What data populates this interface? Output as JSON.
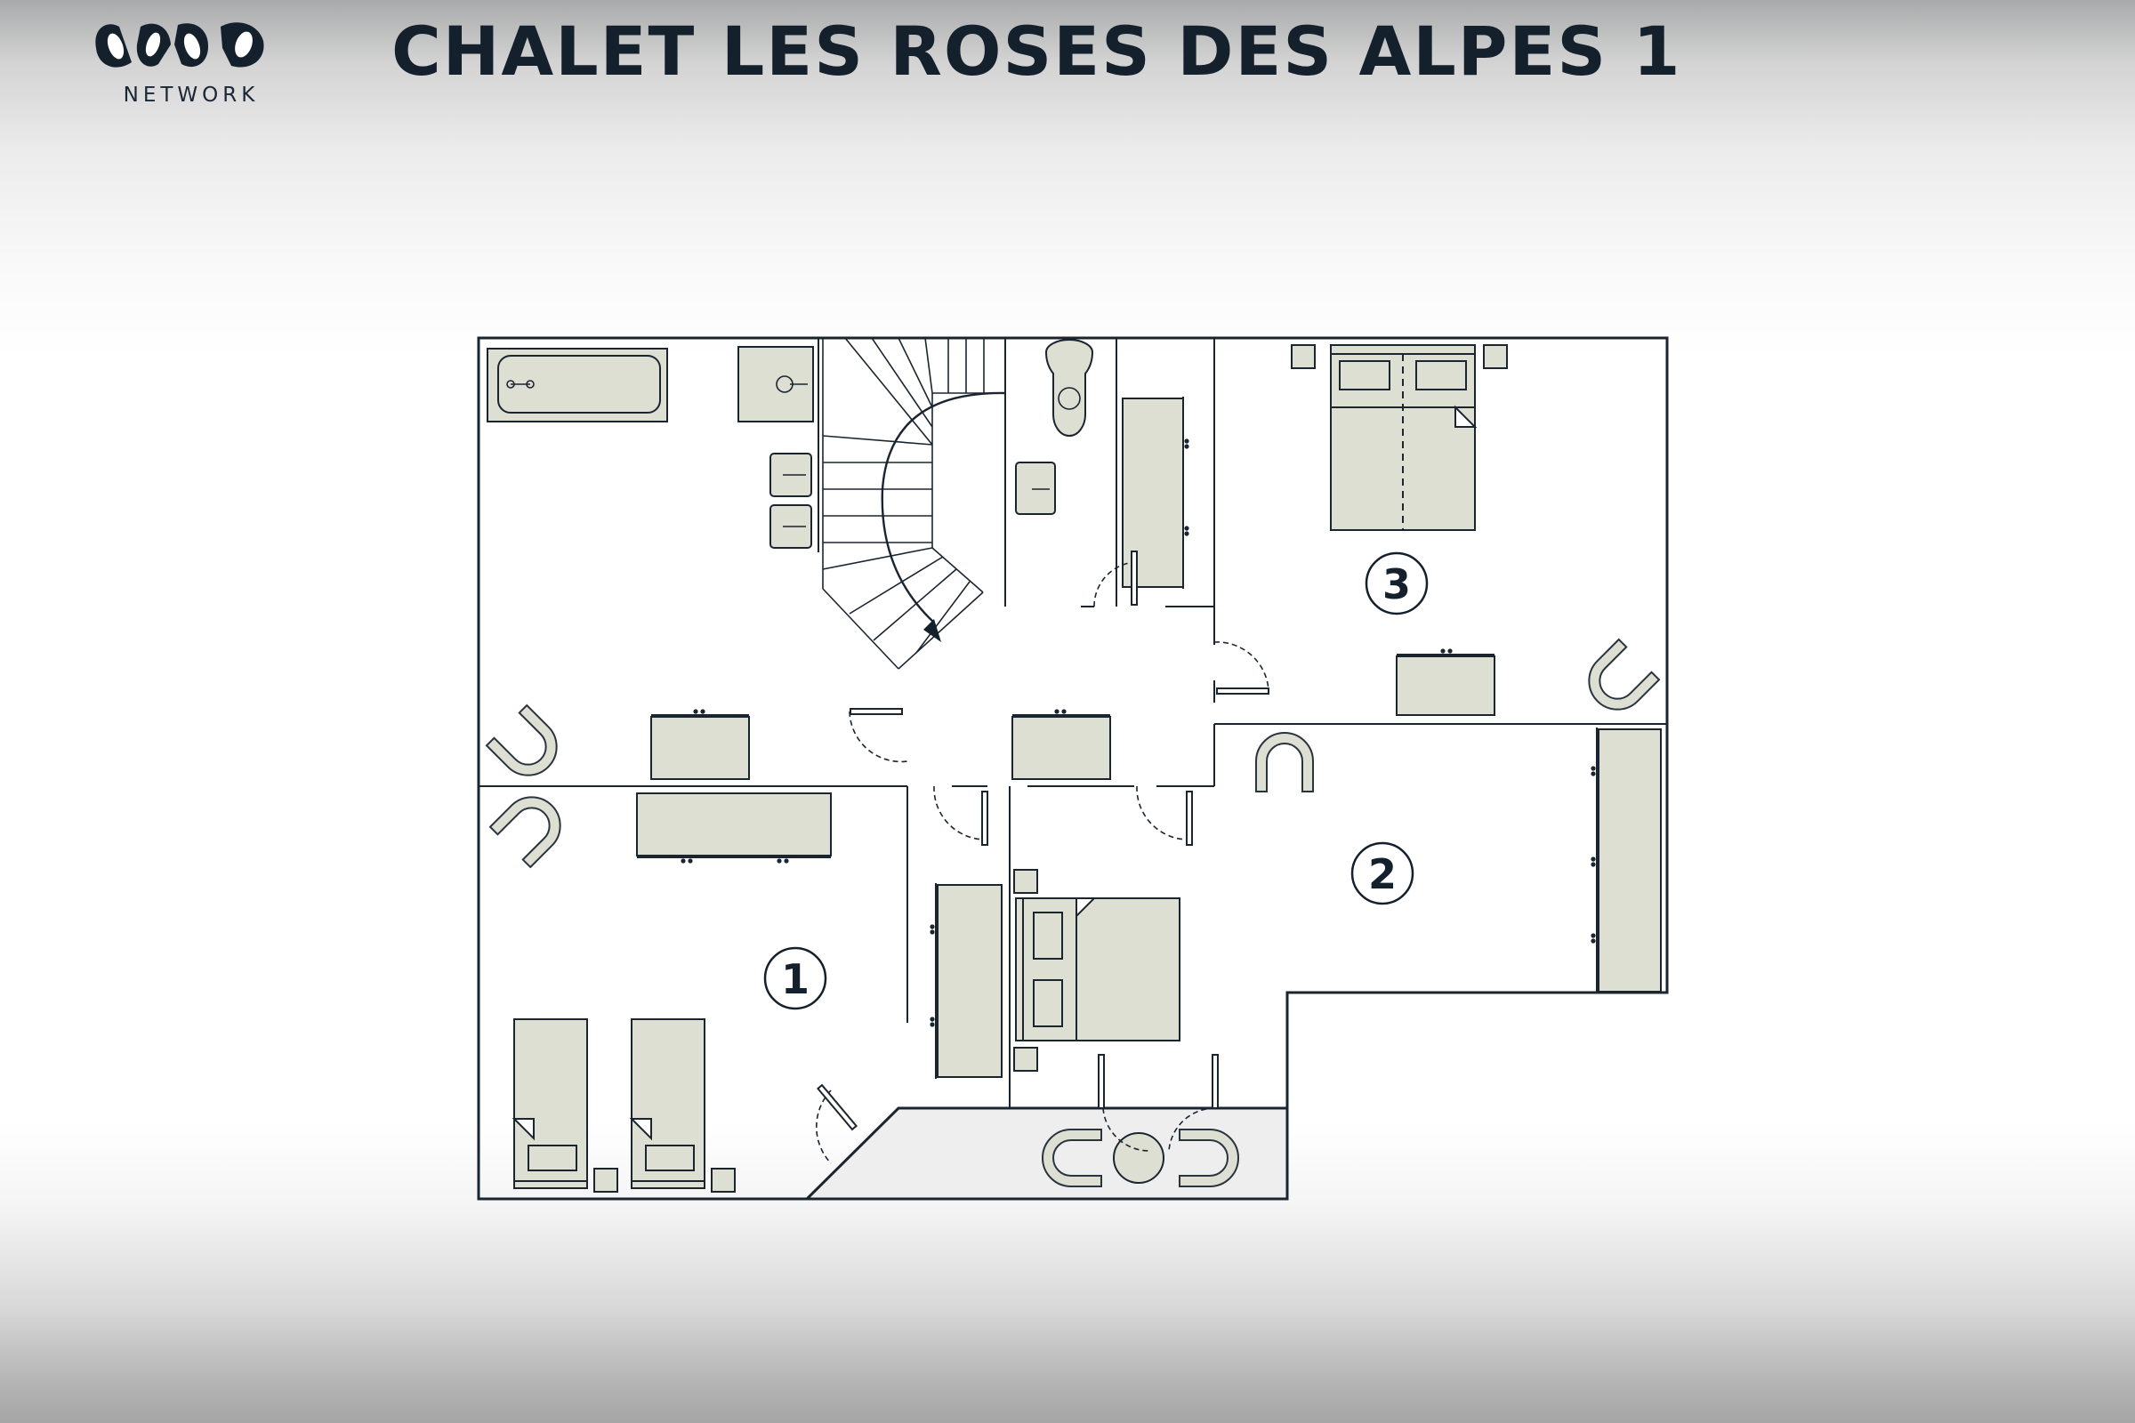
{
  "header": {
    "brand_name": "NETWORK",
    "title": "CHALET LES ROSES DES ALPES 1"
  },
  "plan": {
    "rooms": [
      {
        "number": "1"
      },
      {
        "number": "2"
      },
      {
        "number": "3"
      }
    ]
  },
  "colors": {
    "ink": "#14202c",
    "furniture_fill": "#dddfd3",
    "wall": "#1b2530"
  }
}
